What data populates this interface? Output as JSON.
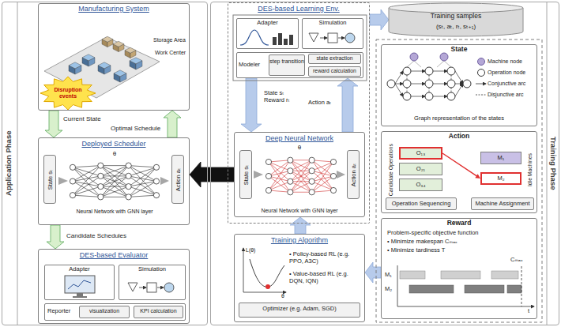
{
  "diagram": {
    "nodes": [
      {
        "text": [
          "Application Phase"
        ]
      },
      {
        "text": [
          "Manufacturing System"
        ],
        "in": 0
      },
      {
        "text": [
          "Disruption events"
        ],
        "in": 1
      },
      {
        "text": [
          "Deployed Scheduler",
          "Neural Network with GNN layer"
        ],
        "in": 0
      },
      {
        "text": [
          "State sₜ"
        ],
        "in": 3
      },
      {
        "text": [
          "Action aₜ"
        ],
        "in": 3
      },
      {
        "text": [
          "DES-based Evaluator"
        ],
        "in": 0
      },
      {
        "text": [
          "Adapter"
        ],
        "in": 6
      },
      {
        "text": [
          "Simulation"
        ],
        "in": 6
      },
      {
        "text": [
          "Reporter"
        ],
        "in": 6
      },
      {
        "text": [
          "visualization"
        ],
        "in": 9
      },
      {
        "text": [
          "KPI calculation"
        ],
        "in": 9
      },
      {
        "text": [
          "Training Phase"
        ]
      },
      {
        "text": [
          "DES-based Learning Env."
        ],
        "in": 12
      },
      {
        "text": [
          "Adapter"
        ],
        "in": 13
      },
      {
        "text": [
          "Simulation"
        ],
        "in": 13
      },
      {
        "text": [
          "Modeler"
        ],
        "in": 13
      },
      {
        "text": [
          "step transition"
        ],
        "in": 16
      },
      {
        "text": [
          "state extraction"
        ],
        "in": 16
      },
      {
        "text": [
          "reward calculation"
        ],
        "in": 16
      },
      {
        "text": [
          "Training samples",
          "(sₜ, aₜ, rₜ, sₜ₊₁)"
        ],
        "in": 12
      },
      {
        "text": [
          "Deep Neural Network",
          "Neural Network with GNN layer"
        ],
        "in": 13
      },
      {
        "text": [
          "State sₜ"
        ],
        "in": 21
      },
      {
        "text": [
          "Action aₜ"
        ],
        "in": 21
      },
      {
        "text": [
          "Training Algorithm",
          "• Policy-based RL (e.g. PPO, A3C)",
          "• Value-based RL (e.g. DQN, IQN)"
        ],
        "in": 12
      },
      {
        "text": [
          "Optimizer (e.g. Adam, SGD)"
        ],
        "in": 24
      },
      {
        "text": [
          "State",
          "Machine node",
          "Operation node",
          "Conjunctive arc",
          "Disjunctive arc",
          "Graph representation of the states"
        ],
        "in": 12
      },
      {
        "text": [
          "Action",
          "Candidate Operations",
          "Idle Machines"
        ],
        "in": 12
      },
      {
        "text": [
          "O₁₃"
        ],
        "in": 27
      },
      {
        "text": [
          "O₂₁"
        ],
        "in": 27
      },
      {
        "text": [
          "O₃₄"
        ],
        "in": 27
      },
      {
        "text": [
          "M₁"
        ],
        "in": 27
      },
      {
        "text": [
          "M₂"
        ],
        "in": 27
      },
      {
        "text": [
          "Operation Sequencing"
        ],
        "in": 27
      },
      {
        "text": [
          "Machine Assignment"
        ],
        "in": 27
      },
      {
        "text": [
          "Reward",
          "Problem-specific objective function",
          "• Minimize makespan Cₘₐₓ",
          "• Minimize tardiness T"
        ],
        "in": 12
      }
    ],
    "edges": [
      {
        "from": 1,
        "to": 3,
        "label": "Current State",
        "arrow": "to"
      },
      {
        "from": 3,
        "to": 1,
        "label": "Optimal Schedule",
        "arrow": "to"
      },
      {
        "from": 3,
        "to": 6,
        "label": "Candidate Schedules",
        "arrow": "to"
      },
      {
        "from": 21,
        "to": 3,
        "arrow": "to"
      },
      {
        "from": 13,
        "to": 20,
        "arrow": "to"
      },
      {
        "from": 16,
        "to": 21,
        "label": "State sₜ Reward rₜ",
        "arrow": "to"
      },
      {
        "from": 21,
        "to": 16,
        "label": "Action aₜ",
        "arrow": "to"
      },
      {
        "from": 24,
        "to": 21,
        "arrow": "to"
      },
      {
        "from": 35,
        "to": 24,
        "arrow": "to"
      },
      {
        "from": 28,
        "to": 32,
        "arrow": "to"
      }
    ],
    "labels": [
      "Storage Area",
      "Work Center",
      "θ",
      "θ",
      "L(θ)",
      "θ",
      "M₁",
      "M₂",
      "Cₘₐₓ",
      "t"
    ]
  }
}
